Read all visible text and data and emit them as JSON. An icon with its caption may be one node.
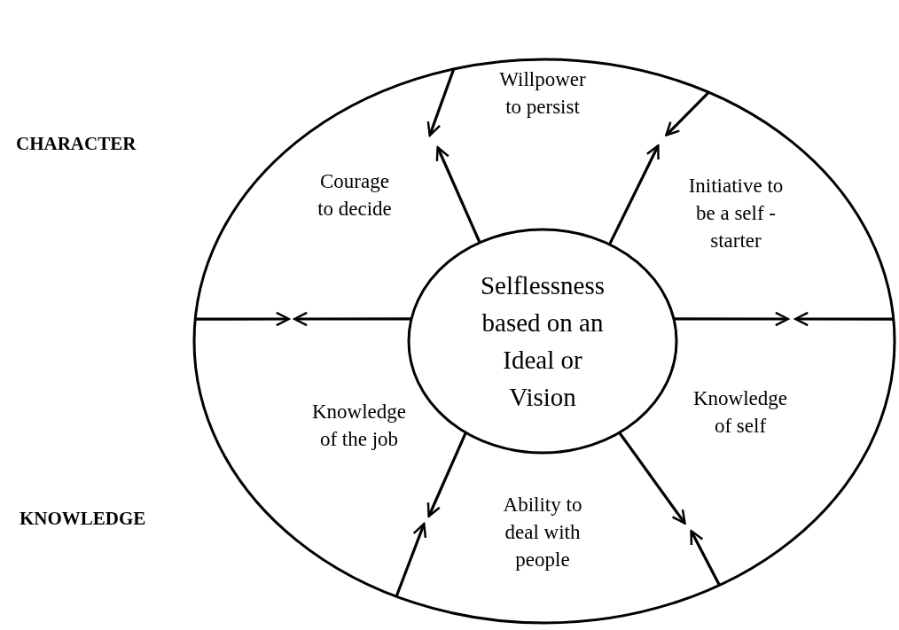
{
  "diagram": {
    "nodes": [
      {
        "text": [],
        "shape": "ellipse"
      },
      {
        "text": [
          "Selflessness based on an Ideal or Vision"
        ],
        "in": 0
      },
      {
        "text": [
          "Willpower to persist"
        ],
        "in": 0
      },
      {
        "text": [
          "Courage to decide"
        ],
        "in": 0
      },
      {
        "text": [
          "Initiative to be a self -starter"
        ],
        "in": 0
      },
      {
        "text": [
          "Knowledge of self"
        ],
        "in": 0
      },
      {
        "text": [
          "Knowledge of the job"
        ],
        "in": 0
      },
      {
        "text": [
          "Ability to deal with people"
        ],
        "in": 0
      }
    ],
    "edges": [
      {
        "from": 1,
        "to": null,
        "arrow": "to"
      },
      {
        "from": 1,
        "to": null,
        "arrow": "to"
      },
      {
        "from": 1,
        "to": null,
        "arrow": "to"
      },
      {
        "from": 1,
        "to": null,
        "arrow": "to"
      },
      {
        "from": 1,
        "to": null,
        "arrow": "to"
      },
      {
        "from": 1,
        "to": null,
        "arrow": "to"
      },
      {
        "from": 0,
        "to": null,
        "arrow": "to"
      },
      {
        "from": 0,
        "to": null,
        "arrow": "to"
      },
      {
        "from": 0,
        "to": null,
        "arrow": "to"
      },
      {
        "from": 0,
        "to": null,
        "arrow": "to"
      },
      {
        "from": 0,
        "to": null,
        "arrow": "to"
      },
      {
        "from": 0,
        "to": null,
        "arrow": "to"
      }
    ],
    "labels": [
      "CHARACTER",
      "KNOWLEDGE"
    ]
  }
}
